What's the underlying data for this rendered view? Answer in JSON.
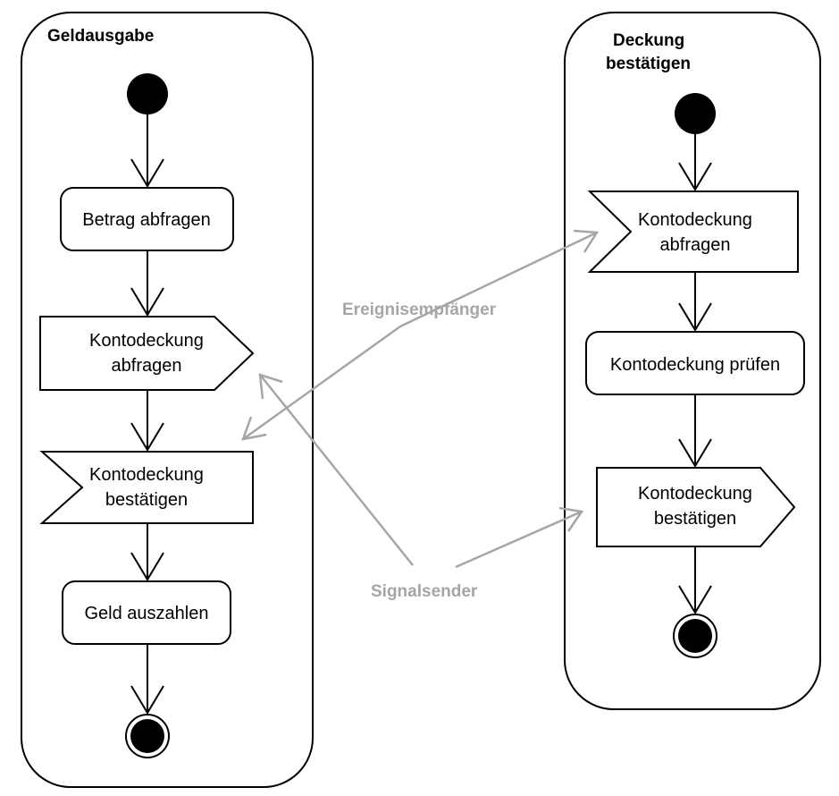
{
  "colors": {
    "line": "#000000",
    "annotation": "#a6a6a6",
    "background": "#ffffff"
  },
  "left_partition": {
    "title": "Geldausgabe",
    "action_query": "Betrag abfragen",
    "signal_send": {
      "line1": "Kontodeckung",
      "line2": "abfragen"
    },
    "event_receive": {
      "line1": "Kontodeckung",
      "line2": "bestätigen"
    },
    "action_pay": "Geld auszahlen"
  },
  "right_partition": {
    "title": {
      "line1": "Deckung",
      "line2": "bestätigen"
    },
    "event_receive": {
      "line1": "Kontodeckung",
      "line2": "abfragen"
    },
    "action_check": "Kontodeckung prüfen",
    "signal_send": {
      "line1": "Kontodeckung",
      "line2": "bestätigen"
    }
  },
  "annotations": {
    "receiver": "Ereignisempfänger",
    "sender": "Signalsender"
  }
}
